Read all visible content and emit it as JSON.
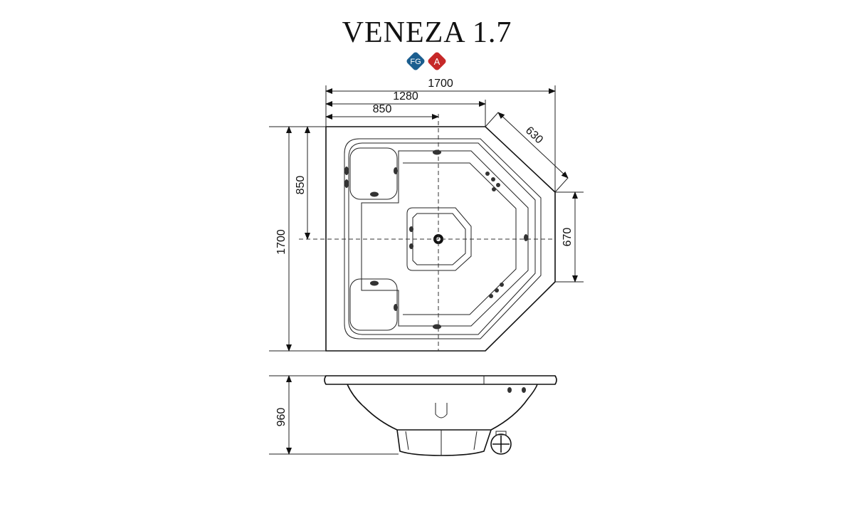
{
  "title": "VENEZA 1.7",
  "badges": [
    {
      "text": "FG",
      "color": "#1b5e8f"
    },
    {
      "text": "A",
      "color": "#c62828"
    }
  ],
  "dimensions": {
    "top_total": "1700",
    "top_mid": "1280",
    "top_center": "850",
    "diagonal": "630",
    "right_side": "670",
    "left_total": "1700",
    "left_center": "850",
    "height": "960"
  }
}
